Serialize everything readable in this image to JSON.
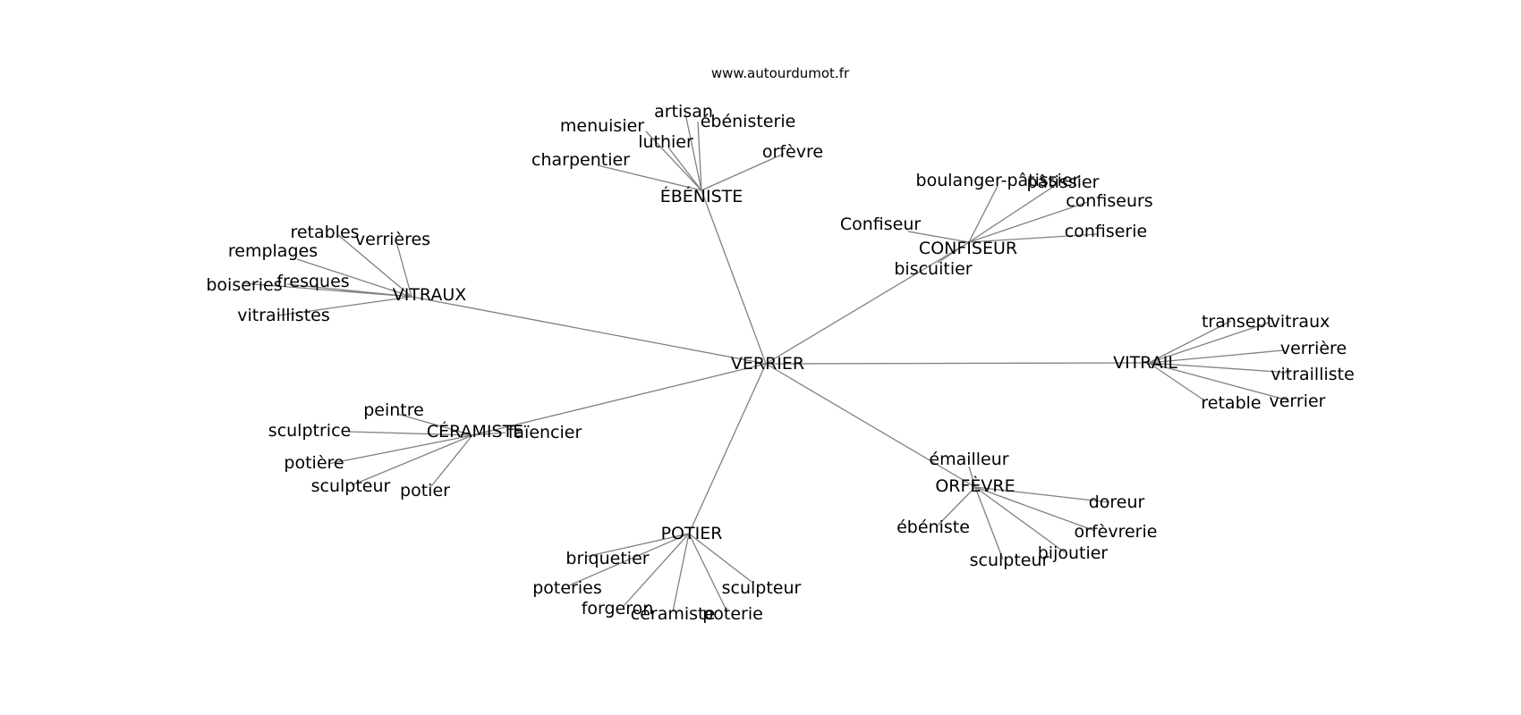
{
  "watermark": "www.autourdumot.fr",
  "graph": {
    "center": "VERRIER",
    "edge_color": "#808080",
    "hubs": [
      {
        "id": "ebeniste",
        "label": "ÉBÉNISTE",
        "words": [
          "menuisier",
          "artisan",
          "ébénisterie",
          "luthier",
          "orfèvre",
          "charpentier"
        ]
      },
      {
        "id": "confiseur",
        "label": "CONFISEUR",
        "words": [
          "boulanger-pâtissier",
          "pâtissier",
          "confiseurs",
          "Confiseur",
          "confiserie",
          "biscuitier"
        ]
      },
      {
        "id": "vitraux",
        "label": "VITRAUX",
        "words": [
          "retables",
          "verrières",
          "remplages",
          "boiseries",
          "fresques",
          "vitraillistes"
        ]
      },
      {
        "id": "vitrail",
        "label": "VITRAIL",
        "words": [
          "transept",
          "vitraux",
          "verrière",
          "vitrailliste",
          "retable",
          "verrier"
        ]
      },
      {
        "id": "ceramiste",
        "label": "CÉRAMISTE",
        "words": [
          "peintre",
          "sculptrice",
          "faïencier",
          "potière",
          "sculpteur",
          "potier"
        ]
      },
      {
        "id": "orfevre",
        "label": "ORFÈVRE",
        "words": [
          "émailleur",
          "doreur",
          "ébéniste",
          "orfèvrerie",
          "sculpteur",
          "bijoutier"
        ]
      },
      {
        "id": "potier",
        "label": "POTIER",
        "words": [
          "briquetier",
          "poteries",
          "sculpteur",
          "forgeron",
          "céramiste",
          "poterie"
        ]
      }
    ]
  }
}
